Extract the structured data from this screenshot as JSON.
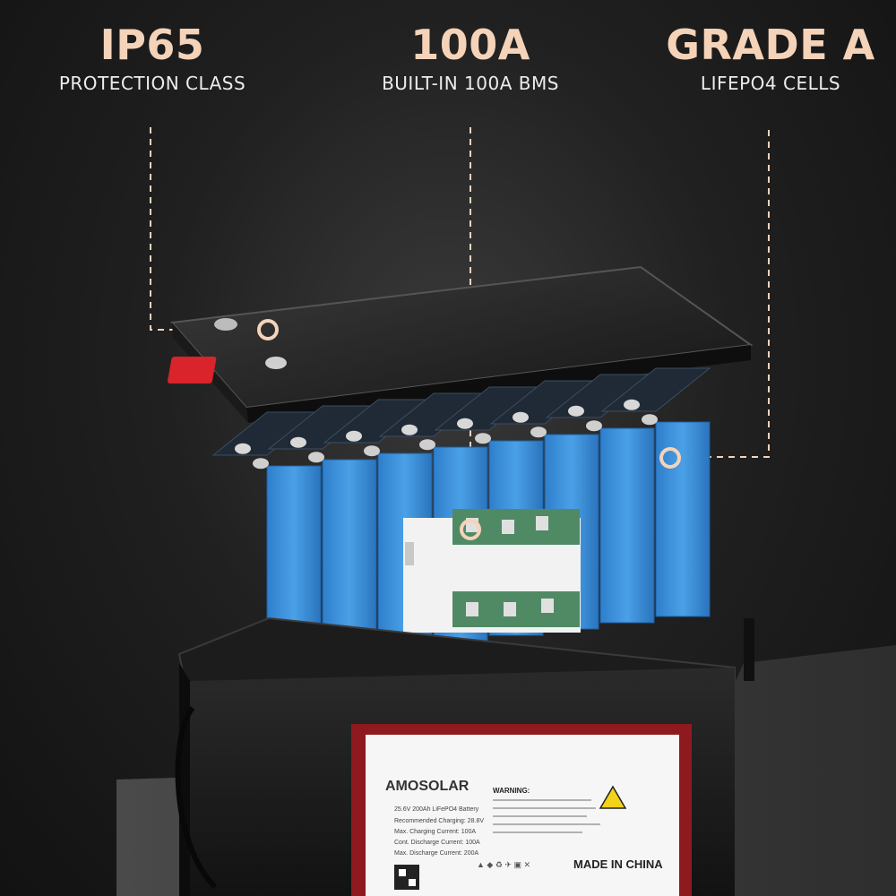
{
  "features": [
    {
      "value": "IP65",
      "caption": "PROTECTION CLASS"
    },
    {
      "value": "100A",
      "caption": "BUILT-IN 100A BMS"
    },
    {
      "value": "GRADE A",
      "caption": "LIFEPO4 CELLS"
    }
  ],
  "label": {
    "brand": "AMOSOLAR",
    "product_line": "25.6V 200Ah LiFePO4 Battery",
    "specs": [
      "Recommended Charging: 28.8V",
      "Max. Charging Current: 100A",
      "Cont. Discharge Current: 100A",
      "Max. Discharge Current: 200A"
    ],
    "warning_title": "WARNING:",
    "origin": "MADE IN CHINA"
  },
  "colors": {
    "accent": "#f4d3b9",
    "cell_blue": "#3d8fd6",
    "label_red": "#8e1a1f",
    "background": "#1c1c1c"
  }
}
